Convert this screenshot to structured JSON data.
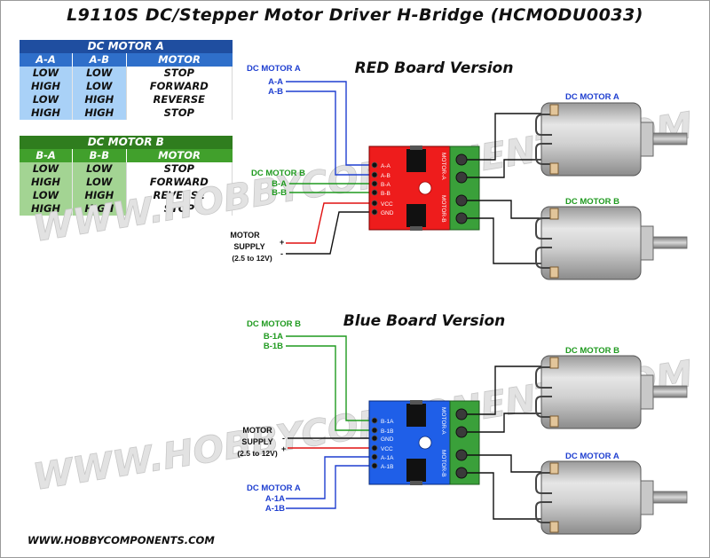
{
  "title": "L9110S DC/Stepper Motor Driver H-Bridge (HCMODU0033)",
  "watermark": "WWW.HOBBYCOMPONENTS.COM",
  "footer": "WWW.HOBBYCOMPONENTS.COM",
  "colors": {
    "blue_wire": "#1f3fd0",
    "green_wire": "#1f9a1f",
    "red_wire": "#e01010",
    "red_board": "#ee1c1c",
    "blue_board": "#1f5fe8",
    "terminal": "#3aa03a"
  },
  "table_a": {
    "caption": "DC MOTOR A",
    "headers": [
      "A-A",
      "A-B",
      "MOTOR"
    ],
    "rows": [
      [
        "LOW",
        "LOW",
        "STOP"
      ],
      [
        "HIGH",
        "LOW",
        "FORWARD"
      ],
      [
        "LOW",
        "HIGH",
        "REVERSE"
      ],
      [
        "HIGH",
        "HIGH",
        "STOP"
      ]
    ]
  },
  "table_b": {
    "caption": "DC MOTOR B",
    "headers": [
      "B-A",
      "B-B",
      "MOTOR"
    ],
    "rows": [
      [
        "LOW",
        "LOW",
        "STOP"
      ],
      [
        "HIGH",
        "LOW",
        "FORWARD"
      ],
      [
        "LOW",
        "HIGH",
        "REVERSE"
      ],
      [
        "HIGH",
        "HIGH",
        "STOP"
      ]
    ]
  },
  "red_board": {
    "heading": "RED Board Version",
    "motor_a_group": "DC MOTOR A",
    "motor_a_inputs": [
      "A-A",
      "A-B"
    ],
    "motor_b_group": "DC MOTOR B",
    "motor_b_inputs": [
      "B-A",
      "B-B"
    ],
    "supply_label_1": "MOTOR",
    "supply_label_2": "SUPPLY",
    "supply_range": "(2.5 to 12V)",
    "plus": "+",
    "minus": "-",
    "pins": [
      "A-A",
      "A-B",
      "B-A",
      "B-B",
      "VCC",
      "GND"
    ],
    "terminal_a": "MOTOR-A",
    "terminal_b": "MOTOR-B",
    "motor_top": "DC MOTOR A",
    "motor_bottom": "DC MOTOR B"
  },
  "blue_board": {
    "heading": "Blue Board Version",
    "motor_b_group": "DC MOTOR B",
    "motor_b_inputs": [
      "B-1A",
      "B-1B"
    ],
    "motor_a_group": "DC MOTOR A",
    "motor_a_inputs": [
      "A-1A",
      "A-1B"
    ],
    "supply_label_1": "MOTOR",
    "supply_label_2": "SUPPLY",
    "supply_range": "(2.5 to 12V)",
    "plus": "+",
    "minus": "-",
    "pins": [
      "B-1A",
      "B-1B",
      "GND",
      "VCC",
      "A-1A",
      "A-1B"
    ],
    "terminal_a": "MOTOR-A",
    "terminal_b": "MOTOR-B",
    "motor_top": "DC MOTOR B",
    "motor_bottom": "DC MOTOR A"
  }
}
